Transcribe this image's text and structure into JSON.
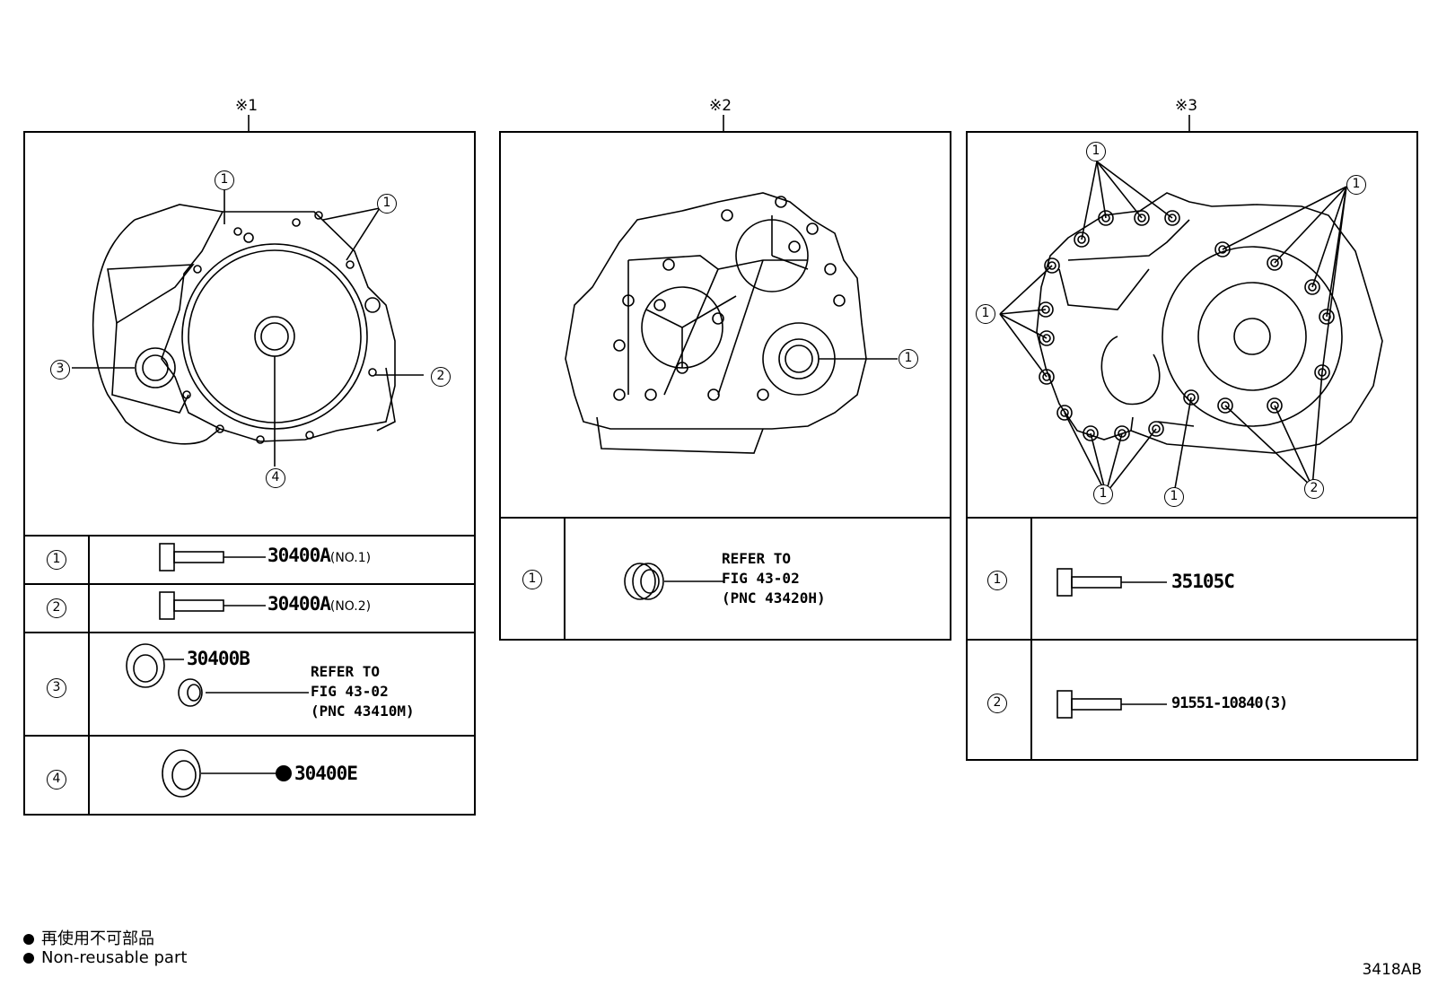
{
  "panels": [
    {
      "label": "※1"
    },
    {
      "label": "※2"
    },
    {
      "label": "※3"
    }
  ],
  "panel1": {
    "callouts": [
      "1",
      "1",
      "2",
      "3",
      "4"
    ],
    "rows": [
      {
        "num": "1",
        "part": "30400A",
        "note": "(NO.1)"
      },
      {
        "num": "2",
        "part": "30400A",
        "note": "(NO.2)"
      },
      {
        "num": "3",
        "part": "30400B",
        "refer": "REFER TO\nFIG 43-02\n(PNC 43410M)"
      },
      {
        "num": "4",
        "part": "30400E"
      }
    ]
  },
  "panel2": {
    "callouts": [
      "1"
    ],
    "rows": [
      {
        "num": "1",
        "refer": "REFER TO\nFIG 43-02\n(PNC 43420H)"
      }
    ]
  },
  "panel3": {
    "callouts": [
      "1",
      "1",
      "1",
      "1",
      "1",
      "2"
    ],
    "rows": [
      {
        "num": "1",
        "part": "35105C"
      },
      {
        "num": "2",
        "part": "91551-10840(3)"
      }
    ]
  },
  "legend": {
    "line_ja": "再使用不可部品",
    "line_en": "Non-reusable part"
  },
  "figure_code": "3418AB"
}
